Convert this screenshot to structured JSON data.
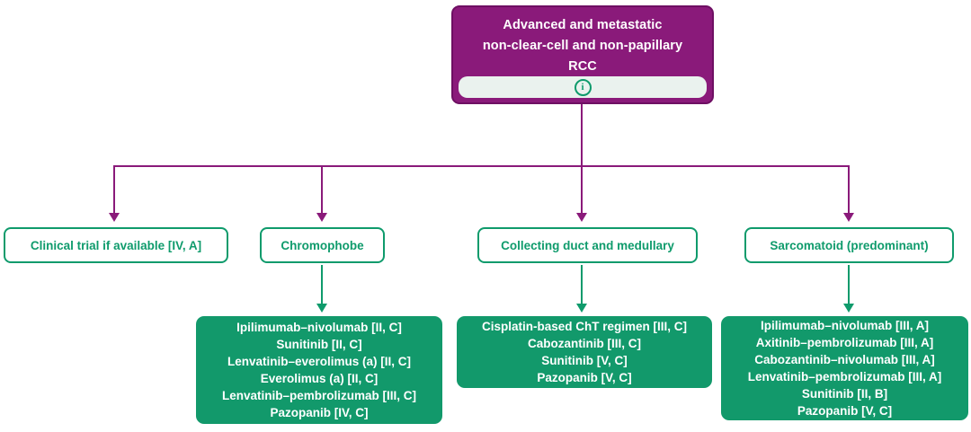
{
  "palette": {
    "purple": "#8a1a7a",
    "purple_dark": "#6e0f63",
    "green": "#0f9b6c",
    "green_fill": "#12996b",
    "strip_bg": "#eaf2ee",
    "text_on_dark": "#ffffff"
  },
  "root_node": {
    "title_lines": [
      "Advanced and metastatic",
      "non-clear-cell and non-papillary",
      "RCC"
    ],
    "info_icon_glyph": "i"
  },
  "columns": [
    {
      "header": "Clinical trial if available [IV, A]"
    },
    {
      "header": "Chromophobe",
      "treatments": [
        "Ipilimumab–nivolumab [II, C]",
        "Sunitinib [II, C]",
        "Lenvatinib–everolimus (a) [II, C]",
        "Everolimus (a) [II, C]",
        "Lenvatinib–pembrolizumab [III, C]",
        "Pazopanib [IV, C]"
      ]
    },
    {
      "header": "Collecting duct and medullary",
      "treatments": [
        "Cisplatin-based ChT regimen [III, C]",
        "Cabozantinib [III, C]",
        "Sunitinib [V, C]",
        "Pazopanib [V, C]"
      ]
    },
    {
      "header": "Sarcomatoid (predominant)",
      "treatments": [
        "Ipilimumab–nivolumab [III, A]",
        "Axitinib–pembrolizumab [III, A]",
        "Cabozantinib–nivolumab [III, A]",
        "Lenvatinib–pembrolizumab [III, A]",
        "Sunitinib [II, B]",
        "Pazopanib [V, C]"
      ]
    }
  ]
}
